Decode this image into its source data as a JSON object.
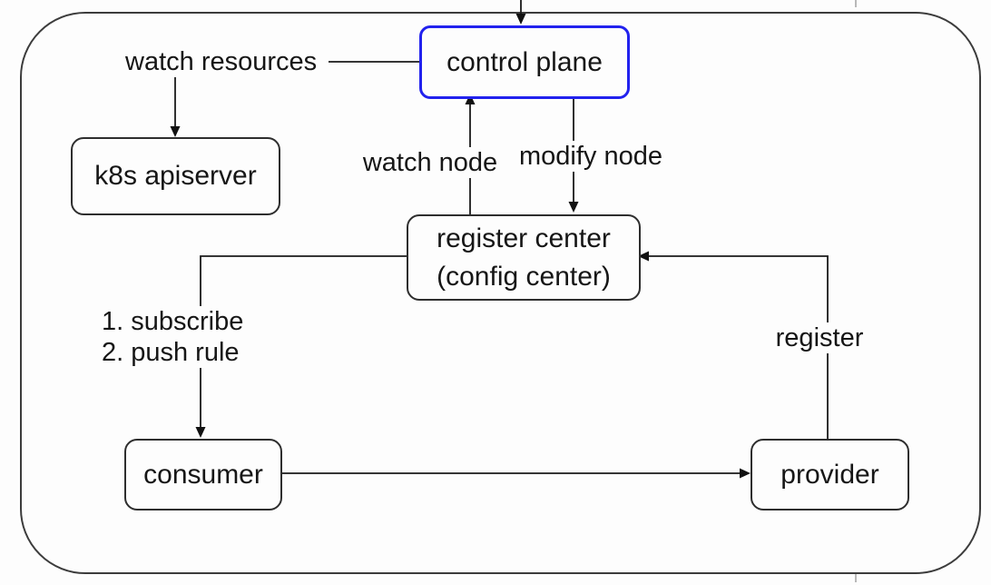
{
  "diagram": {
    "accent_color": "#2222ee",
    "line_color": "#1a1a1a",
    "nodes": {
      "control_plane": {
        "label": "control plane"
      },
      "k8s_apiserver": {
        "label": "k8s apiserver"
      },
      "register_center": {
        "label_line1": "register center",
        "label_line2": "(config center)"
      },
      "consumer": {
        "label": "consumer"
      },
      "provider": {
        "label": "provider"
      }
    },
    "edge_labels": {
      "watch_resources": "watch resources",
      "watch_node": "watch node",
      "modify_node": "modify node",
      "subscribe_line1": "1. subscribe",
      "subscribe_line2": "2. push rule",
      "register": "register"
    }
  }
}
